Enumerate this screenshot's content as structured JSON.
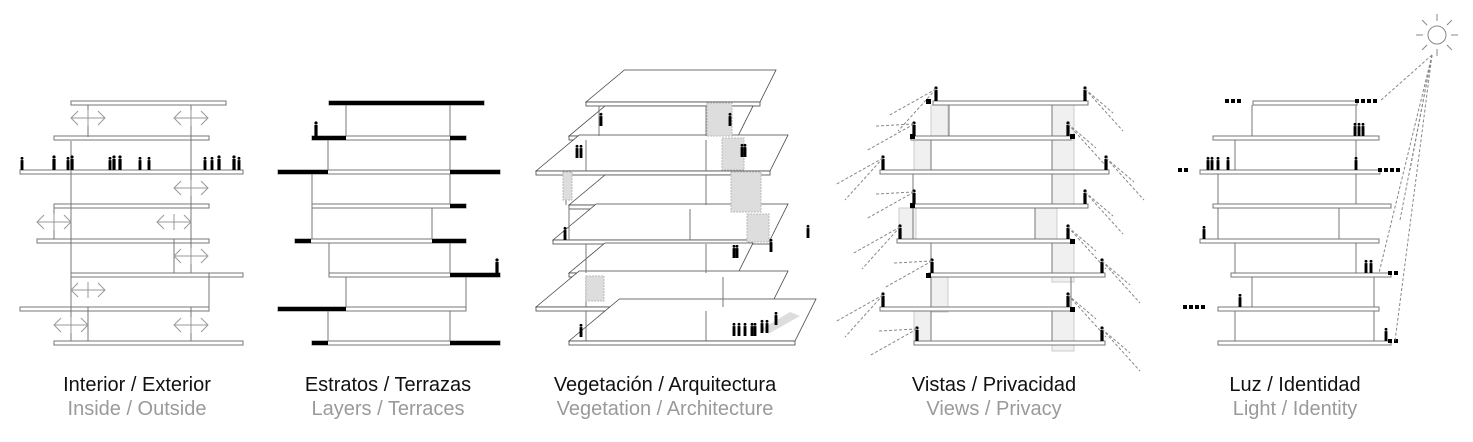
{
  "panels": [
    {
      "title_es": "Interior / Exterior",
      "title_en": "Inside / Outside"
    },
    {
      "title_es": "Estratos / Terrazas",
      "title_en": "Layers / Terraces"
    },
    {
      "title_es": "Vegetación / Arquitectura",
      "title_en": "Vegetation / Architecture"
    },
    {
      "title_es": "Vistas / Privacidad",
      "title_en": "Views / Privacy"
    },
    {
      "title_es": "Luz / Identidad",
      "title_en": "Light / Identity"
    }
  ],
  "colors": {
    "primary_text": "#111111",
    "secondary_text": "#9a9a9a",
    "line": "#777777",
    "accent": "#000000"
  }
}
